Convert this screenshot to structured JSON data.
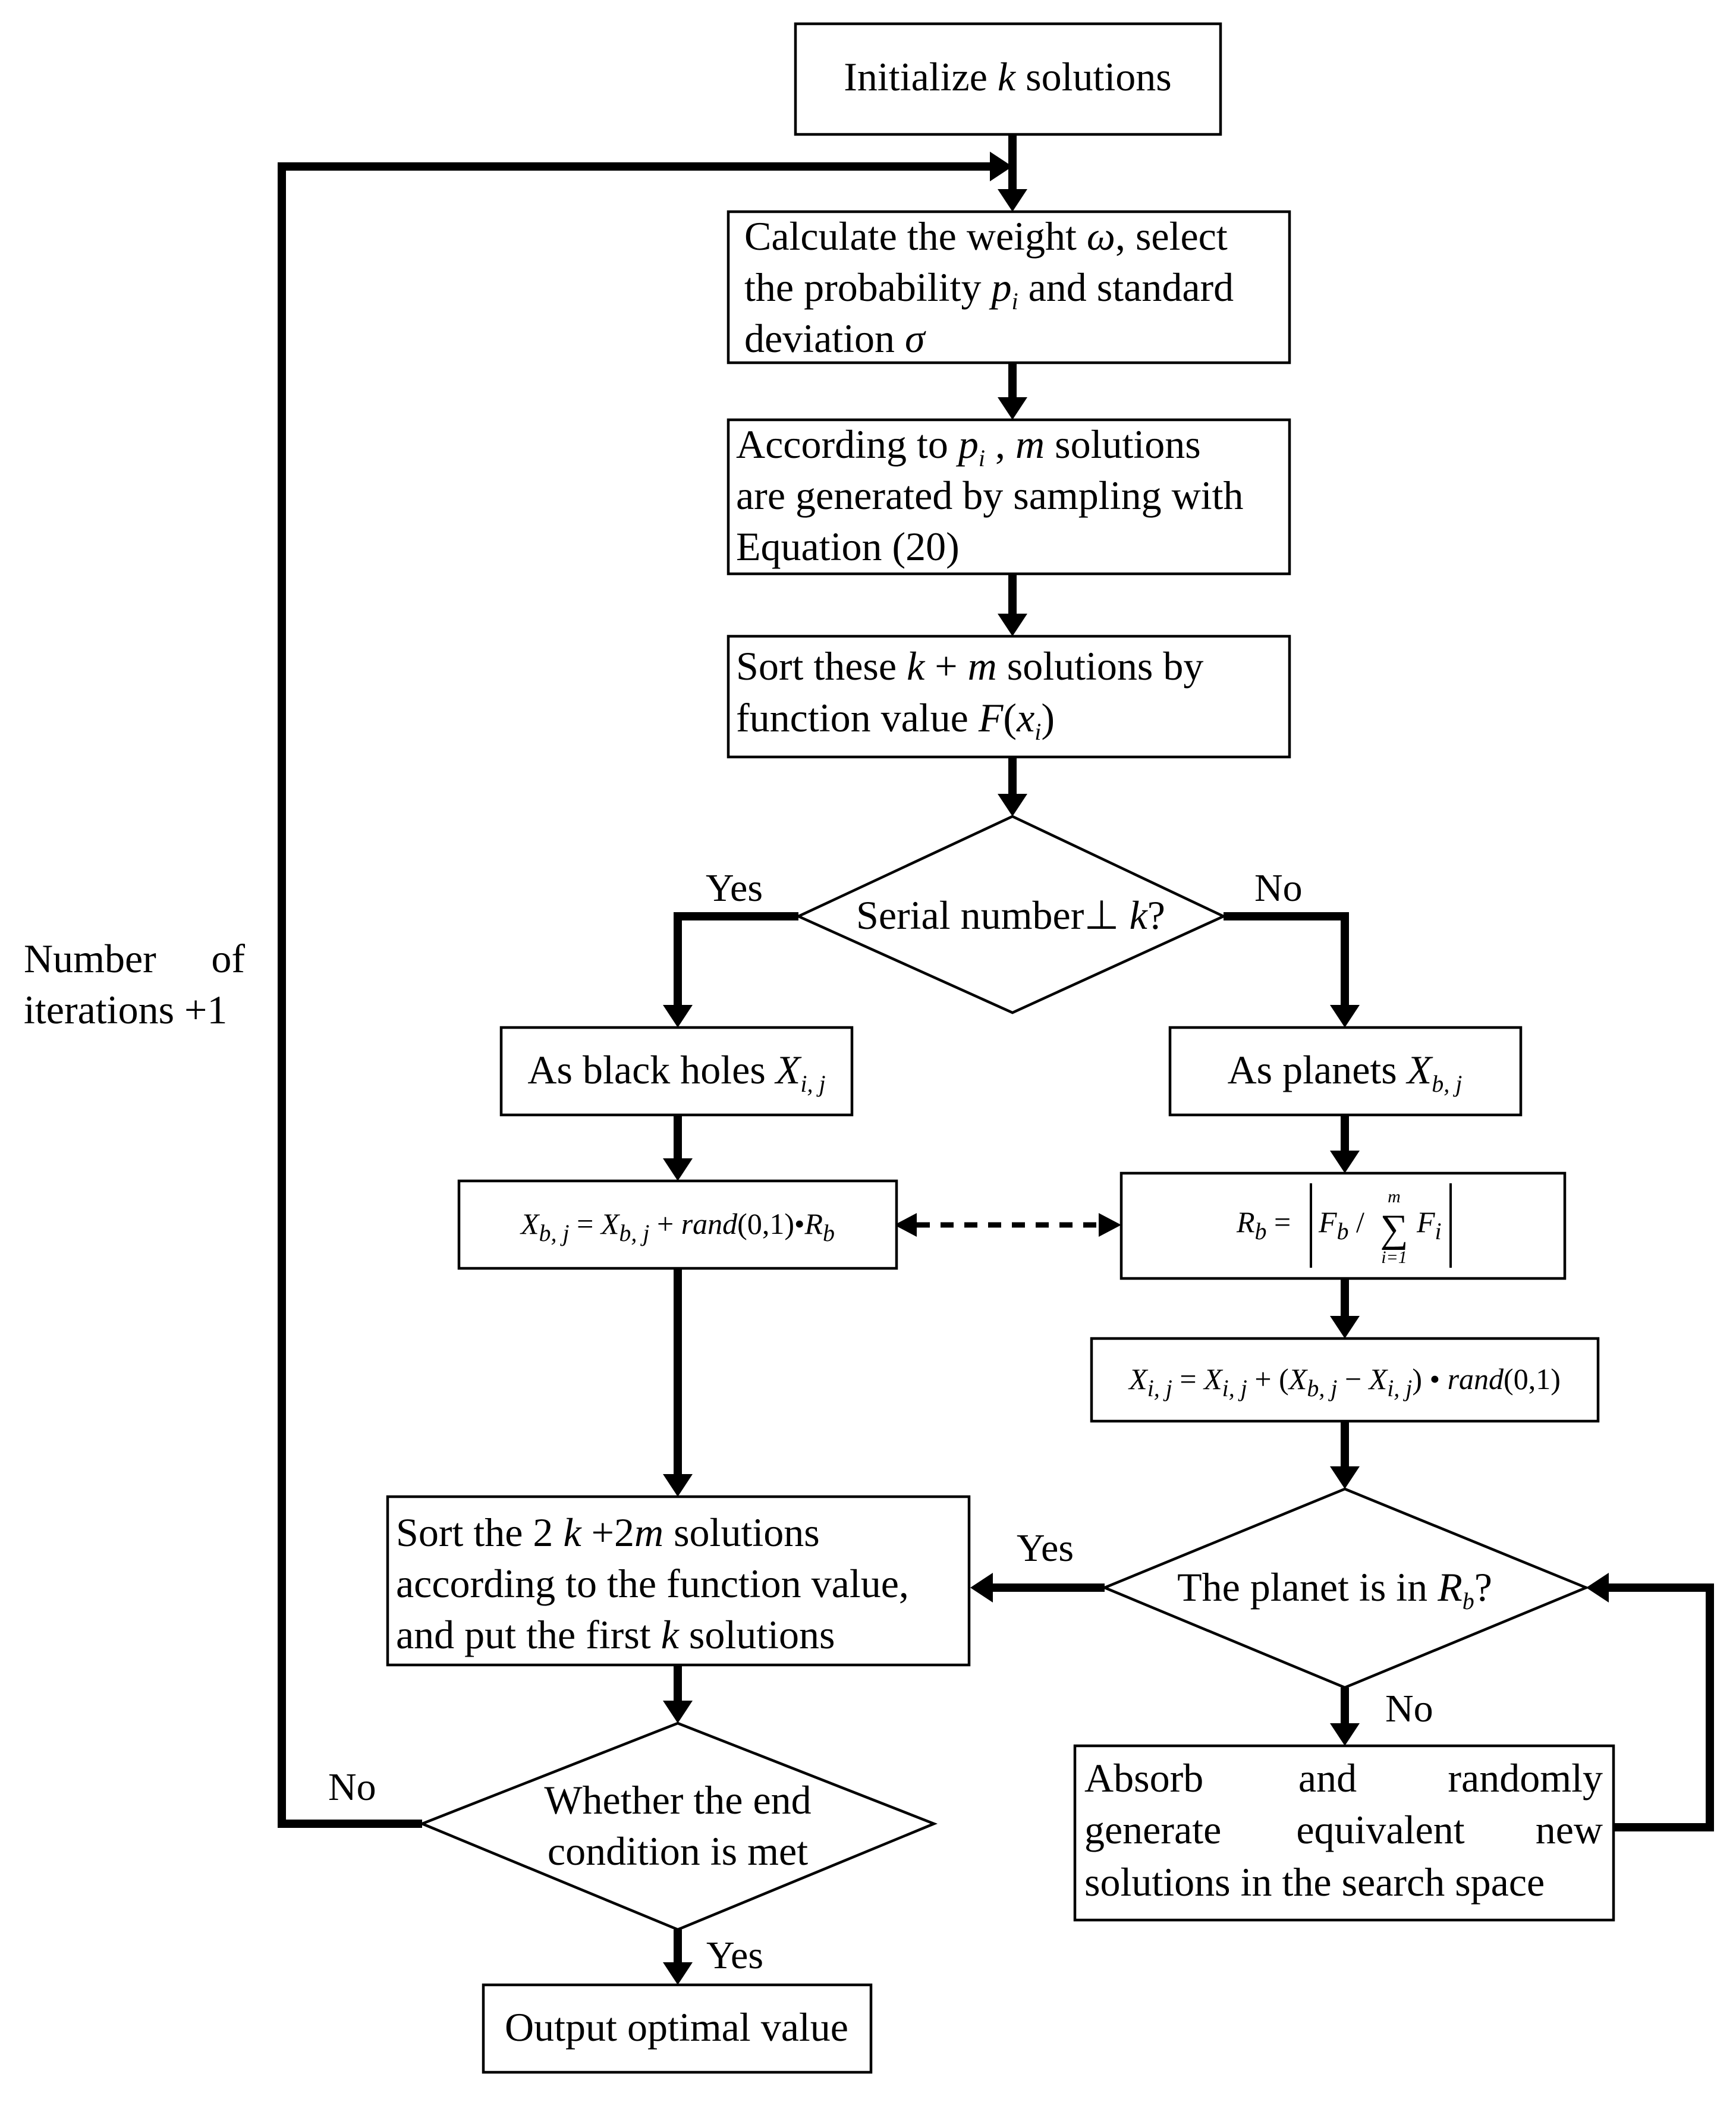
{
  "nodes": {
    "init": {
      "pre": "Initialize ",
      "k": "k",
      "post": " solutions"
    },
    "calc": {
      "l1a": "Calculate the weight ",
      "l1w": "ω",
      "l1b": ", select",
      "l2a": "the probability ",
      "l2p": "p",
      "l2i": "i",
      "l2b": " and standard",
      "l3a": "deviation ",
      "l3s": "σ"
    },
    "gen": {
      "l1a": "According to ",
      "l1p": "p",
      "l1i": "i",
      "l1b": " , ",
      "l1m": "m",
      "l1c": " solutions",
      "l2": "are generated by sampling with",
      "l3": "Equation (20)"
    },
    "sort1": {
      "l1a": "Sort these ",
      "l1k": "k",
      "l1plus": " + ",
      "l1m": "m",
      "l1b": "  solutions by",
      "l2a": "function value ",
      "l2F": "F",
      "l2o": "(",
      "l2x": "x",
      "l2i": "i",
      "l2c": ")"
    },
    "serial": {
      "a": "Serial number",
      "sym": "⊥",
      "k": " k",
      "q": "?"
    },
    "blackholes": {
      "a": "As black holes ",
      "X": "X",
      "sub": "i, j"
    },
    "planets": {
      "a": "As planets ",
      "X": "X",
      "sub": "b, j"
    },
    "eq_x": {
      "X1": "X",
      "s1": "b, j",
      "eq": " = ",
      "X2": "X",
      "s2": "b, j",
      "plus": " +  ",
      "rand": "rand",
      "args": "(0,1)•",
      "R": "R",
      "s3": "b"
    },
    "eq_r": {
      "R": "R",
      "rs": "b",
      "eq": " = ",
      "F1": "F",
      "f1s": "b",
      "div": " / ",
      "sum": "∑",
      "top": "m",
      "bot": "i=1",
      "F2": "F",
      "f2s": "i"
    },
    "eq_upd": {
      "X1": "X",
      "s1": "i, j",
      "eq": " = ",
      "X2": "X",
      "s2": "i, j",
      "plus": " + (",
      "X3": "X",
      "s3": "b, j",
      "minus": " − ",
      "X4": "X",
      "s4": "i, j",
      "close": ") • ",
      "rand": "rand",
      "args": "(0,1)"
    },
    "sort2": {
      "l1a": "Sort   the   2  ",
      "l1k": "k",
      "l1b": "  +2",
      "l1m": "m",
      "l1c": "  solutions",
      "l2": "according to the function value,",
      "l3a": "and put the first ",
      "l3k": "k",
      "l3b": " solutions"
    },
    "inRb": {
      "a": "The planet is in ",
      "R": "R",
      "sub": "b",
      "q": "?"
    },
    "absorb": {
      "l1a": "Absorb",
      "l1b": "and",
      "l1c": "randomly",
      "l2a": "generate",
      "l2b": "equivalent",
      "l2c": "new",
      "l3": "solutions in the search space"
    },
    "end": {
      "l1": "Whether the end",
      "l2": "condition is met"
    },
    "output": {
      "text": "Output optimal value"
    }
  },
  "labels": {
    "serial_yes": "Yes",
    "serial_no": "No",
    "inRb_yes": "Yes",
    "inRb_no": "No",
    "end_yes": "Yes",
    "end_no": "No",
    "loop_a": "Number",
    "loop_b": "of",
    "loop_c": "iterations +1"
  }
}
